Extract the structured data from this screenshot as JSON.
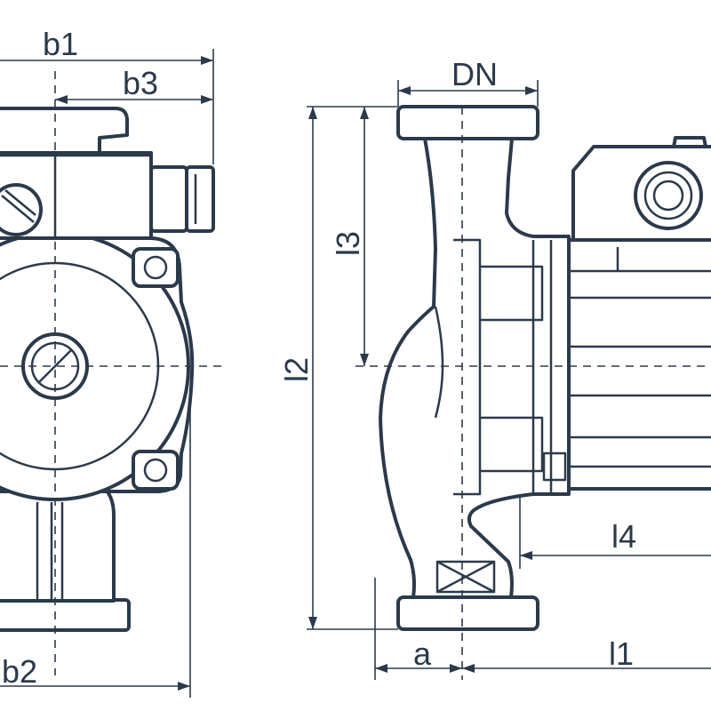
{
  "labels": {
    "b1": "b1",
    "b3": "b3",
    "b2": "b2",
    "DN": "DN",
    "l3": "l3",
    "l2": "l2",
    "l4": "l4",
    "a": "a",
    "l1": "l1"
  },
  "colors": {
    "line": "#2b3a4a",
    "background": "#ffffff"
  }
}
